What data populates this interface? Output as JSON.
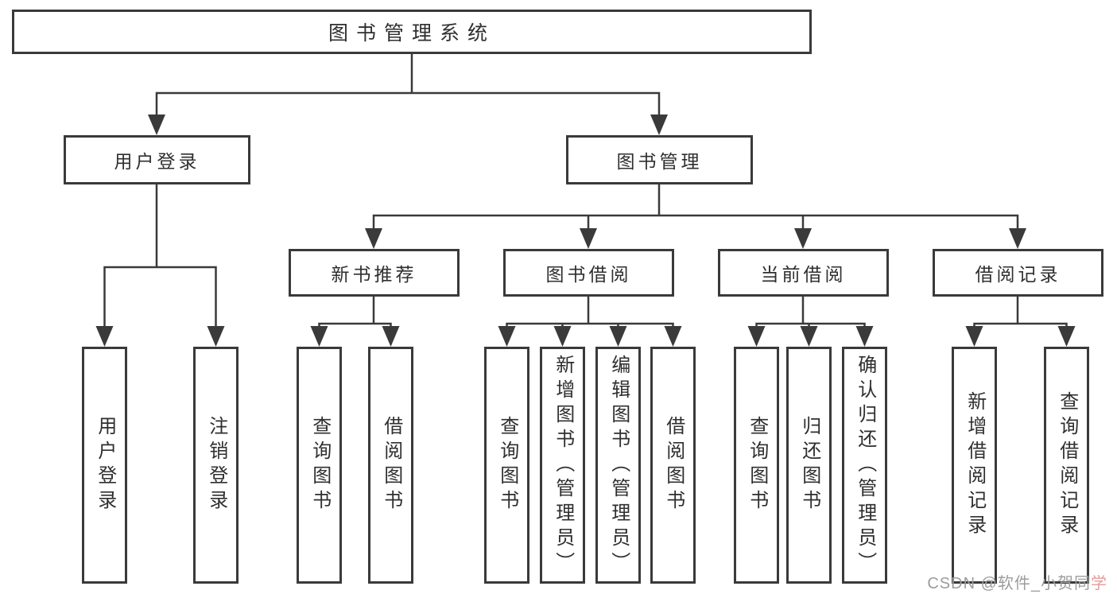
{
  "title": {
    "label": "图书管理系统"
  },
  "level2": {
    "items": [
      {
        "label": "用户登录"
      },
      {
        "label": "图书管理"
      }
    ]
  },
  "level3": {
    "items": [
      {
        "label": "新书推荐"
      },
      {
        "label": "图书借阅"
      },
      {
        "label": "当前借阅"
      },
      {
        "label": "借阅记录"
      }
    ]
  },
  "level4": {
    "items": [
      {
        "label": "用户登录"
      },
      {
        "label": "注销登录"
      },
      {
        "label": "查询图书"
      },
      {
        "label": "借阅图书"
      },
      {
        "label": "查询图书"
      },
      {
        "label": "新增图书（管理员）"
      },
      {
        "label": "编辑图书（管理员）"
      },
      {
        "label": "借阅图书"
      },
      {
        "label": "查询图书"
      },
      {
        "label": "归还图书"
      },
      {
        "label": "确认归还（管理员）"
      },
      {
        "label": "新增借阅记录"
      },
      {
        "label": "查询借阅记录"
      }
    ]
  },
  "watermark": {
    "prefix": "CSDN @软件_小贺同",
    "suffix": "学"
  },
  "colors": {
    "line": "#3a3a3a",
    "text": "#2f2f2f",
    "background": "#ffffff",
    "watermark": "#9c9c9c",
    "watermark_accent": "#e59c9c"
  }
}
